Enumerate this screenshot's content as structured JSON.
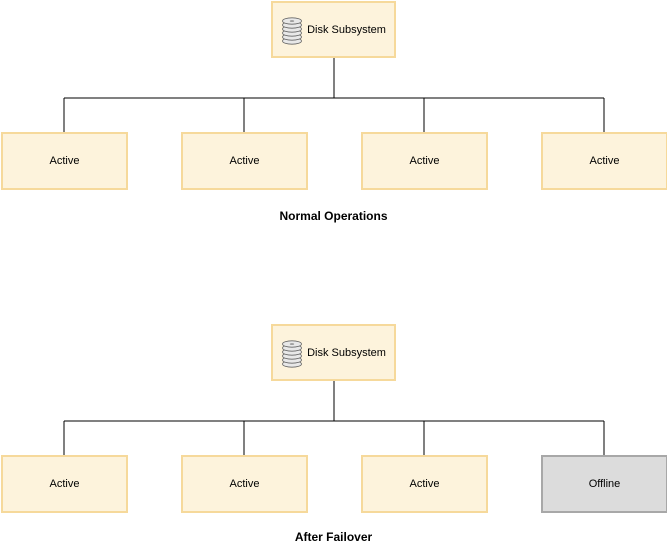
{
  "colors": {
    "active_fill": "#fdf3dc",
    "active_border": "#f6d99b",
    "offline_fill": "#dcdcdc",
    "offline_border": "#a8a8a8",
    "connector": "#000000"
  },
  "diagrams": [
    {
      "caption": "Normal Operations",
      "disk": {
        "label": "Disk Subsystem",
        "icon": "disk-stack-icon"
      },
      "nodes": [
        {
          "label": "Active",
          "status": "active"
        },
        {
          "label": "Active",
          "status": "active"
        },
        {
          "label": "Active",
          "status": "active"
        },
        {
          "label": "Active",
          "status": "active"
        }
      ]
    },
    {
      "caption": "After Failover",
      "disk": {
        "label": "Disk Subsystem",
        "icon": "disk-stack-icon"
      },
      "nodes": [
        {
          "label": "Active",
          "status": "active"
        },
        {
          "label": "Active",
          "status": "active"
        },
        {
          "label": "Active",
          "status": "active"
        },
        {
          "label": "Offline",
          "status": "offline"
        }
      ]
    }
  ]
}
